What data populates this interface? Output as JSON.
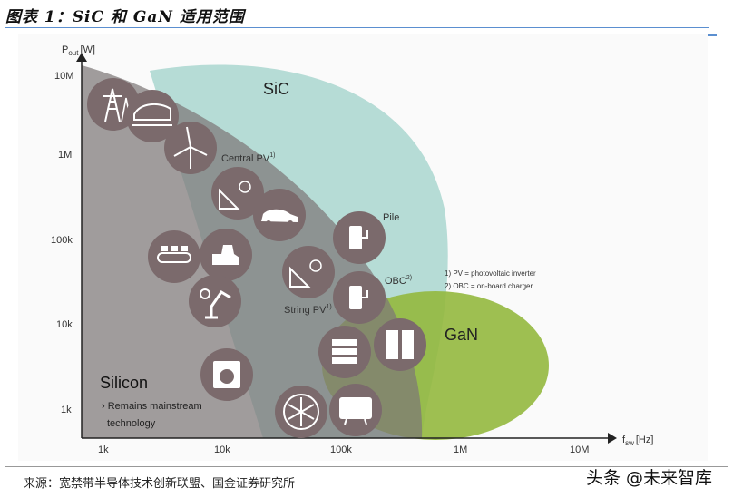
{
  "header": {
    "title": "图表 1：SiC 和 GaN 适用范围"
  },
  "chart": {
    "y_axis_label": "P",
    "y_axis_label_sub": "out",
    "y_axis_unit": "[W]",
    "x_axis_label": "f",
    "x_axis_label_sub": "sw",
    "x_axis_unit": "[Hz]",
    "y_ticks": [
      "10M",
      "1M",
      "100k",
      "10k",
      "1k"
    ],
    "x_ticks": [
      "1k",
      "10k",
      "100k",
      "1M",
      "10M"
    ],
    "regions": {
      "sic": "SiC",
      "gan": "GaN",
      "silicon": "Silicon",
      "silicon_note_line1": "› Remains mainstream",
      "silicon_note_line2": "technology"
    },
    "labels": {
      "central_pv": "Central PV",
      "string_pv": "String PV",
      "pile": "Pile",
      "obc": "OBC",
      "sup1": "1)",
      "sup2": "2)"
    },
    "footnotes": {
      "note1": "1) PV = photovoltaic inverter",
      "note2": "2) OBC = on-board charger"
    },
    "colors": {
      "sic": "#a9d6cf",
      "gan": "#93b83e",
      "silicon": "#8a8585",
      "icon": "#7b6a6c"
    }
  },
  "footer": {
    "source": "来源：宽禁带半导体技术创新联盟、国金证券研究所",
    "watermark": "头条 @未来智库"
  }
}
